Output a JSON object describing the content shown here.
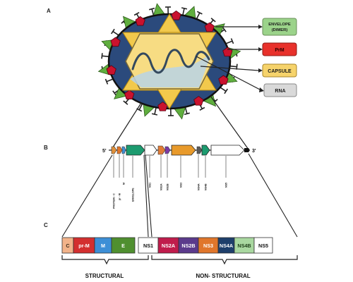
{
  "panels": {
    "a": "A",
    "b": "B",
    "c": "C"
  },
  "virion": {
    "labels": {
      "envelope_line1": "ENVELOPE",
      "envelope_line2": "(DIMER)",
      "prm": "PrM",
      "capsule": "CAPSULE",
      "rna": "RNA"
    },
    "colors": {
      "envelope_box": "#9bd38a",
      "prm_box": "#e8312b",
      "capsule_box": "#f6d36b",
      "rna_box": "#d9d9d9",
      "membrane": "#2b4a7c",
      "triangles": "#5fae3e",
      "pentagons": "#c9122e",
      "capsid_star": "#f2c94c"
    }
  },
  "genome": {
    "five_prime": "5'",
    "three_prime": "3'",
    "gene_labels": [
      "PROTEIN - C",
      "pr - M",
      "M",
      "ENVELOPE",
      "NS1",
      "NS2A",
      "NS2B",
      "NS3",
      "NS4A",
      "NS4B",
      "NS5"
    ]
  },
  "polyprotein": {
    "segments": [
      {
        "label": "C",
        "color": "#f2b38a",
        "text_color": "#3a2a1a"
      },
      {
        "label": "pr-M",
        "color": "#d32f2f",
        "text_color": "#ffffff"
      },
      {
        "label": "M",
        "color": "#3d8fd6",
        "text_color": "#ffffff"
      },
      {
        "label": "E",
        "color": "#4f8f2f",
        "text_color": "#ffffff"
      },
      {
        "label": "NS1",
        "color": "#ffffff",
        "text_color": "#111111"
      },
      {
        "label": "NS2A",
        "color": "#c01c4c",
        "text_color": "#ffffff"
      },
      {
        "label": "NS2B",
        "color": "#5b3a8c",
        "text_color": "#ffffff"
      },
      {
        "label": "NS3",
        "color": "#e0762b",
        "text_color": "#ffffff"
      },
      {
        "label": "NS4A",
        "color": "#1e3f6b",
        "text_color": "#ffffff"
      },
      {
        "label": "NS4B",
        "color": "#a9d8a0",
        "text_color": "#1d3d17"
      },
      {
        "label": "NS5",
        "color": "#ffffff",
        "text_color": "#111111"
      }
    ],
    "group_labels": {
      "structural": "STRUCTURAL",
      "non_structural": "NON- STRUCTURAL"
    }
  }
}
